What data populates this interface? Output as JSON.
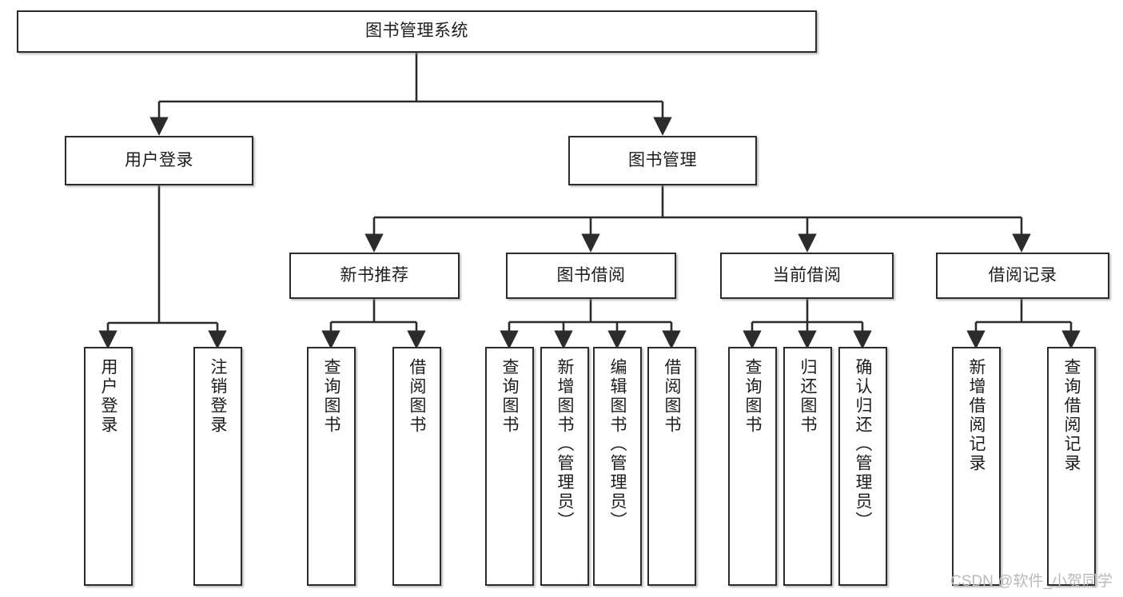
{
  "diagram": {
    "type": "tree-hierarchy",
    "title": "图书管理系统",
    "watermark": "CSDN @软件_小贺同学",
    "colors": {
      "box_border": "#2b2b2b",
      "box_fill": "#ffffff",
      "line": "#2b2b2b",
      "text": "#1c1c1c",
      "watermark": "#b9b9b9"
    },
    "nodes": {
      "root": {
        "label": "图书管理系统",
        "orientation": "horizontal"
      },
      "l2": [
        {
          "label": "用户登录",
          "orientation": "horizontal"
        },
        {
          "label": "图书管理",
          "orientation": "horizontal"
        }
      ],
      "l3": [
        {
          "label": "新书推荐",
          "orientation": "horizontal"
        },
        {
          "label": "图书借阅",
          "orientation": "horizontal"
        },
        {
          "label": "当前借阅",
          "orientation": "horizontal"
        },
        {
          "label": "借阅记录",
          "orientation": "horizontal"
        }
      ],
      "leaves_user_login": [
        {
          "label": "用户登录",
          "orientation": "vertical"
        },
        {
          "label": "注销登录",
          "orientation": "vertical"
        }
      ],
      "leaves_new_book": [
        {
          "label": "查询图书",
          "orientation": "vertical"
        },
        {
          "label": "借阅图书",
          "orientation": "vertical"
        }
      ],
      "leaves_borrow": [
        {
          "label": "查询图书",
          "orientation": "vertical"
        },
        {
          "label": "新增图书（管理员）",
          "orientation": "vertical"
        },
        {
          "label": "编辑图书（管理员）",
          "orientation": "vertical"
        },
        {
          "label": "借阅图书",
          "orientation": "vertical"
        }
      ],
      "leaves_current": [
        {
          "label": "查询图书",
          "orientation": "vertical"
        },
        {
          "label": "归还图书",
          "orientation": "vertical"
        },
        {
          "label": "确认归还（管理员）",
          "orientation": "vertical"
        }
      ],
      "leaves_records": [
        {
          "label": "新增借阅记录",
          "orientation": "vertical"
        },
        {
          "label": "查询借阅记录",
          "orientation": "vertical"
        }
      ]
    }
  }
}
